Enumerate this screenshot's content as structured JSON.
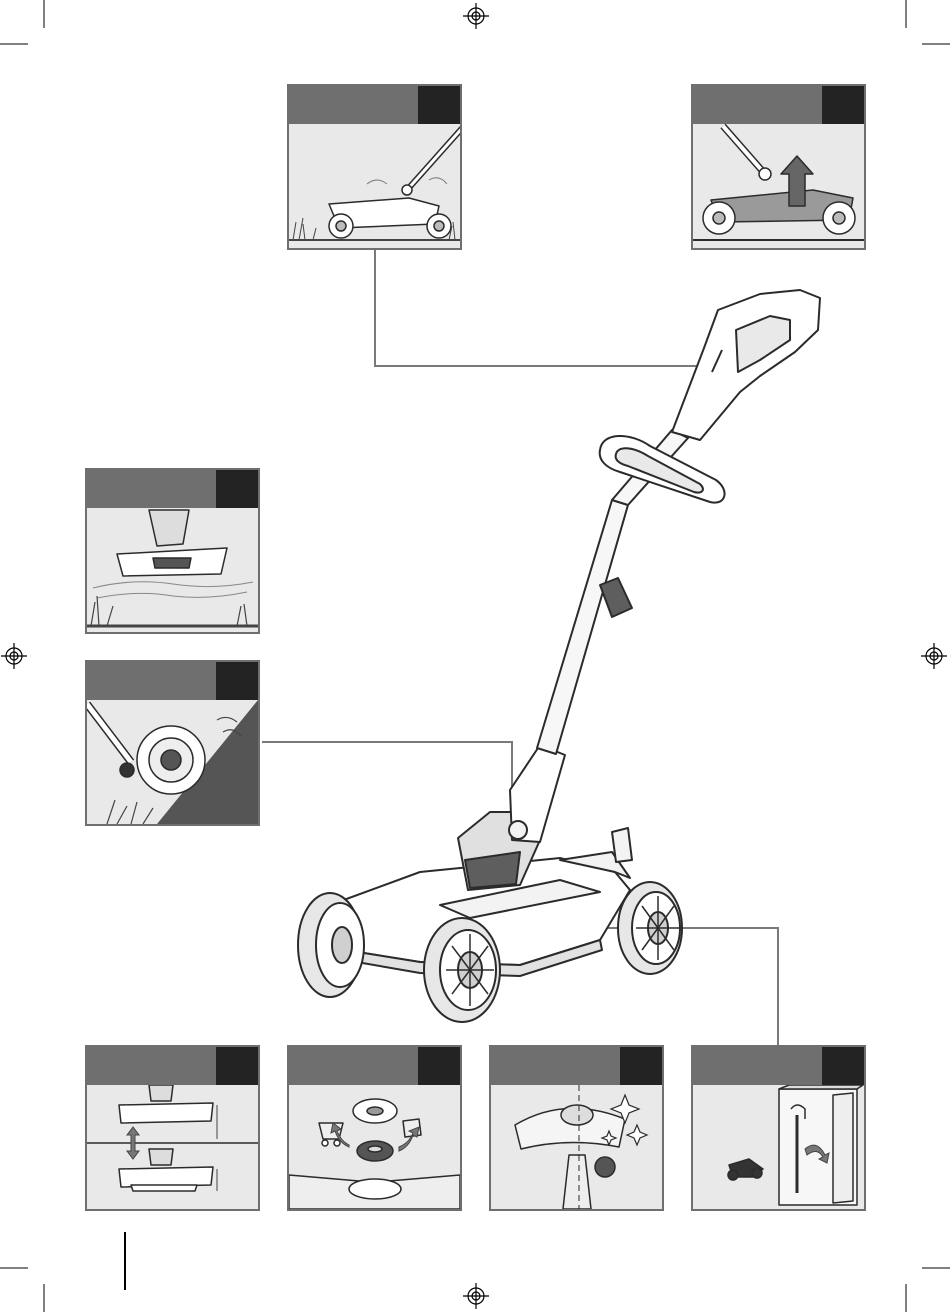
{
  "colors": {
    "panel_header": "#6f6f6f",
    "panel_tag": "#232323",
    "panel_background": "#e9e9e9",
    "panel_border": "#6f6f6f",
    "leader_line": "#7a7a7a",
    "line_art": "#2b2b2b",
    "tool_body": "#5e5e5e"
  },
  "panels": [
    {
      "name": "panel-mowing",
      "icon": "mower-mowing-icon"
    },
    {
      "name": "panel-lift-mower",
      "icon": "mower-lift-arrow-icon"
    },
    {
      "name": "panel-trimming",
      "icon": "trimmer-grass-icon"
    },
    {
      "name": "panel-edging",
      "icon": "edger-wall-icon"
    },
    {
      "name": "panel-height-adjust",
      "icon": "trimmer-height-arrow-icon"
    },
    {
      "name": "panel-spool-replacement",
      "icon": "spool-cart-icon"
    },
    {
      "name": "panel-cleaning",
      "icon": "trimmer-clean-sparkle-icon"
    },
    {
      "name": "panel-storage",
      "icon": "storage-cabinet-icon"
    }
  ],
  "main_illustration": {
    "icon": "mower-trimmer-combo-icon"
  },
  "registration_marks": {
    "icon": "crosshair-icon"
  }
}
